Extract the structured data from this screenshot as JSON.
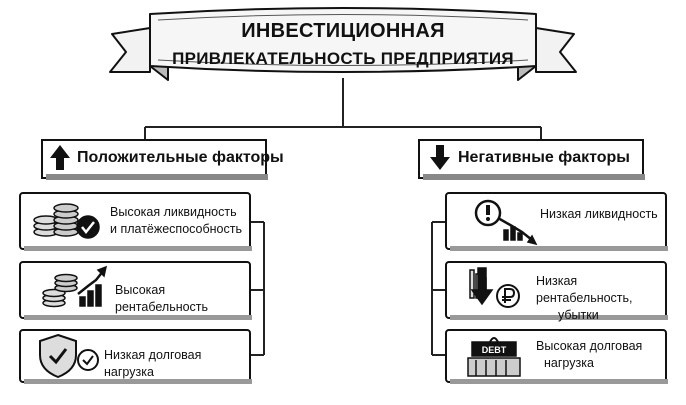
{
  "banner": {
    "line1": "ИНВЕСТИЦИОННАЯ",
    "line2": "ПРИВЛЕКАТЕЛЬНОСТЬ ПРЕДПРИЯТИЯ"
  },
  "positive": {
    "header": "Положительные факторы",
    "icon": "arrow-up-icon",
    "items": [
      {
        "line1": "Высокая ликвидность",
        "line2": "и платёжеспособность",
        "icon": "coins-check-icon"
      },
      {
        "line1": "Высокая рентабельность",
        "line2": "",
        "icon": "coins-growth-chart-icon"
      },
      {
        "line1": "Низкая долговая нагрузка",
        "line2": "",
        "icon": "shield-check-icon"
      }
    ]
  },
  "negative": {
    "header": "Негативные факторы",
    "icon": "arrow-down-icon",
    "items": [
      {
        "line1": "Низкая ликвидность",
        "line2": "",
        "icon": "warning-declining-chart-icon"
      },
      {
        "line1": "Низкая рентабельность,",
        "line2": "убытки",
        "icon": "down-arrow-ruble-icon"
      },
      {
        "line1": "Высокая долговая",
        "line2": "нагрузка",
        "icon": "debt-building-icon"
      }
    ],
    "debt_label": "DEBT"
  }
}
